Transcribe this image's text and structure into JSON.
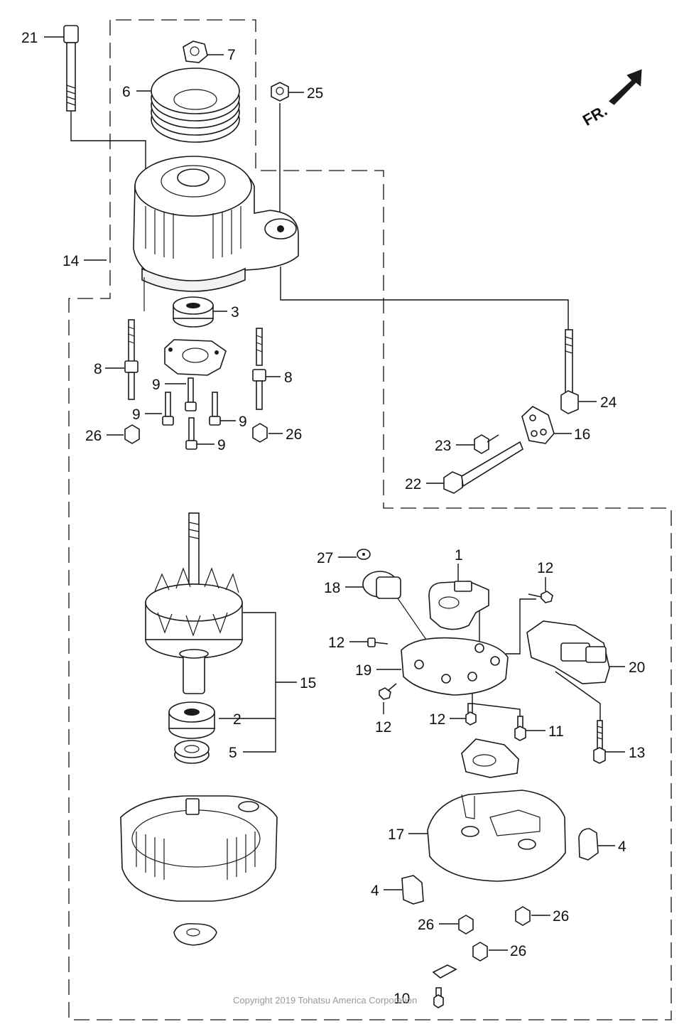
{
  "copyright": "Copyright 2019 Tohatsu America Corporation",
  "direction_label": "FR.",
  "callouts": [
    {
      "id": "c21",
      "label": "21"
    },
    {
      "id": "c7",
      "label": "7"
    },
    {
      "id": "c6",
      "label": "6"
    },
    {
      "id": "c25",
      "label": "25"
    },
    {
      "id": "c14",
      "label": "14"
    },
    {
      "id": "c3",
      "label": "3"
    },
    {
      "id": "c8a",
      "label": "8"
    },
    {
      "id": "c8b",
      "label": "8"
    },
    {
      "id": "c9a",
      "label": "9"
    },
    {
      "id": "c9b",
      "label": "9"
    },
    {
      "id": "c9c",
      "label": "9"
    },
    {
      "id": "c9d",
      "label": "9"
    },
    {
      "id": "c26a",
      "label": "26"
    },
    {
      "id": "c26b",
      "label": "26"
    },
    {
      "id": "c24",
      "label": "24"
    },
    {
      "id": "c16",
      "label": "16"
    },
    {
      "id": "c23",
      "label": "23"
    },
    {
      "id": "c22",
      "label": "22"
    },
    {
      "id": "c27",
      "label": "27"
    },
    {
      "id": "c1",
      "label": "1"
    },
    {
      "id": "c12a",
      "label": "12"
    },
    {
      "id": "c18",
      "label": "18"
    },
    {
      "id": "c12b",
      "label": "12"
    },
    {
      "id": "c19",
      "label": "19"
    },
    {
      "id": "c20",
      "label": "20"
    },
    {
      "id": "c15",
      "label": "15"
    },
    {
      "id": "c2",
      "label": "2"
    },
    {
      "id": "c5",
      "label": "5"
    },
    {
      "id": "c12c",
      "label": "12"
    },
    {
      "id": "c12d",
      "label": "12"
    },
    {
      "id": "c11",
      "label": "11"
    },
    {
      "id": "c13",
      "label": "13"
    },
    {
      "id": "c17",
      "label": "17"
    },
    {
      "id": "c4a",
      "label": "4"
    },
    {
      "id": "c4b",
      "label": "4"
    },
    {
      "id": "c26c",
      "label": "26"
    },
    {
      "id": "c26d",
      "label": "26"
    },
    {
      "id": "c26e",
      "label": "26"
    },
    {
      "id": "c10",
      "label": "10"
    }
  ]
}
